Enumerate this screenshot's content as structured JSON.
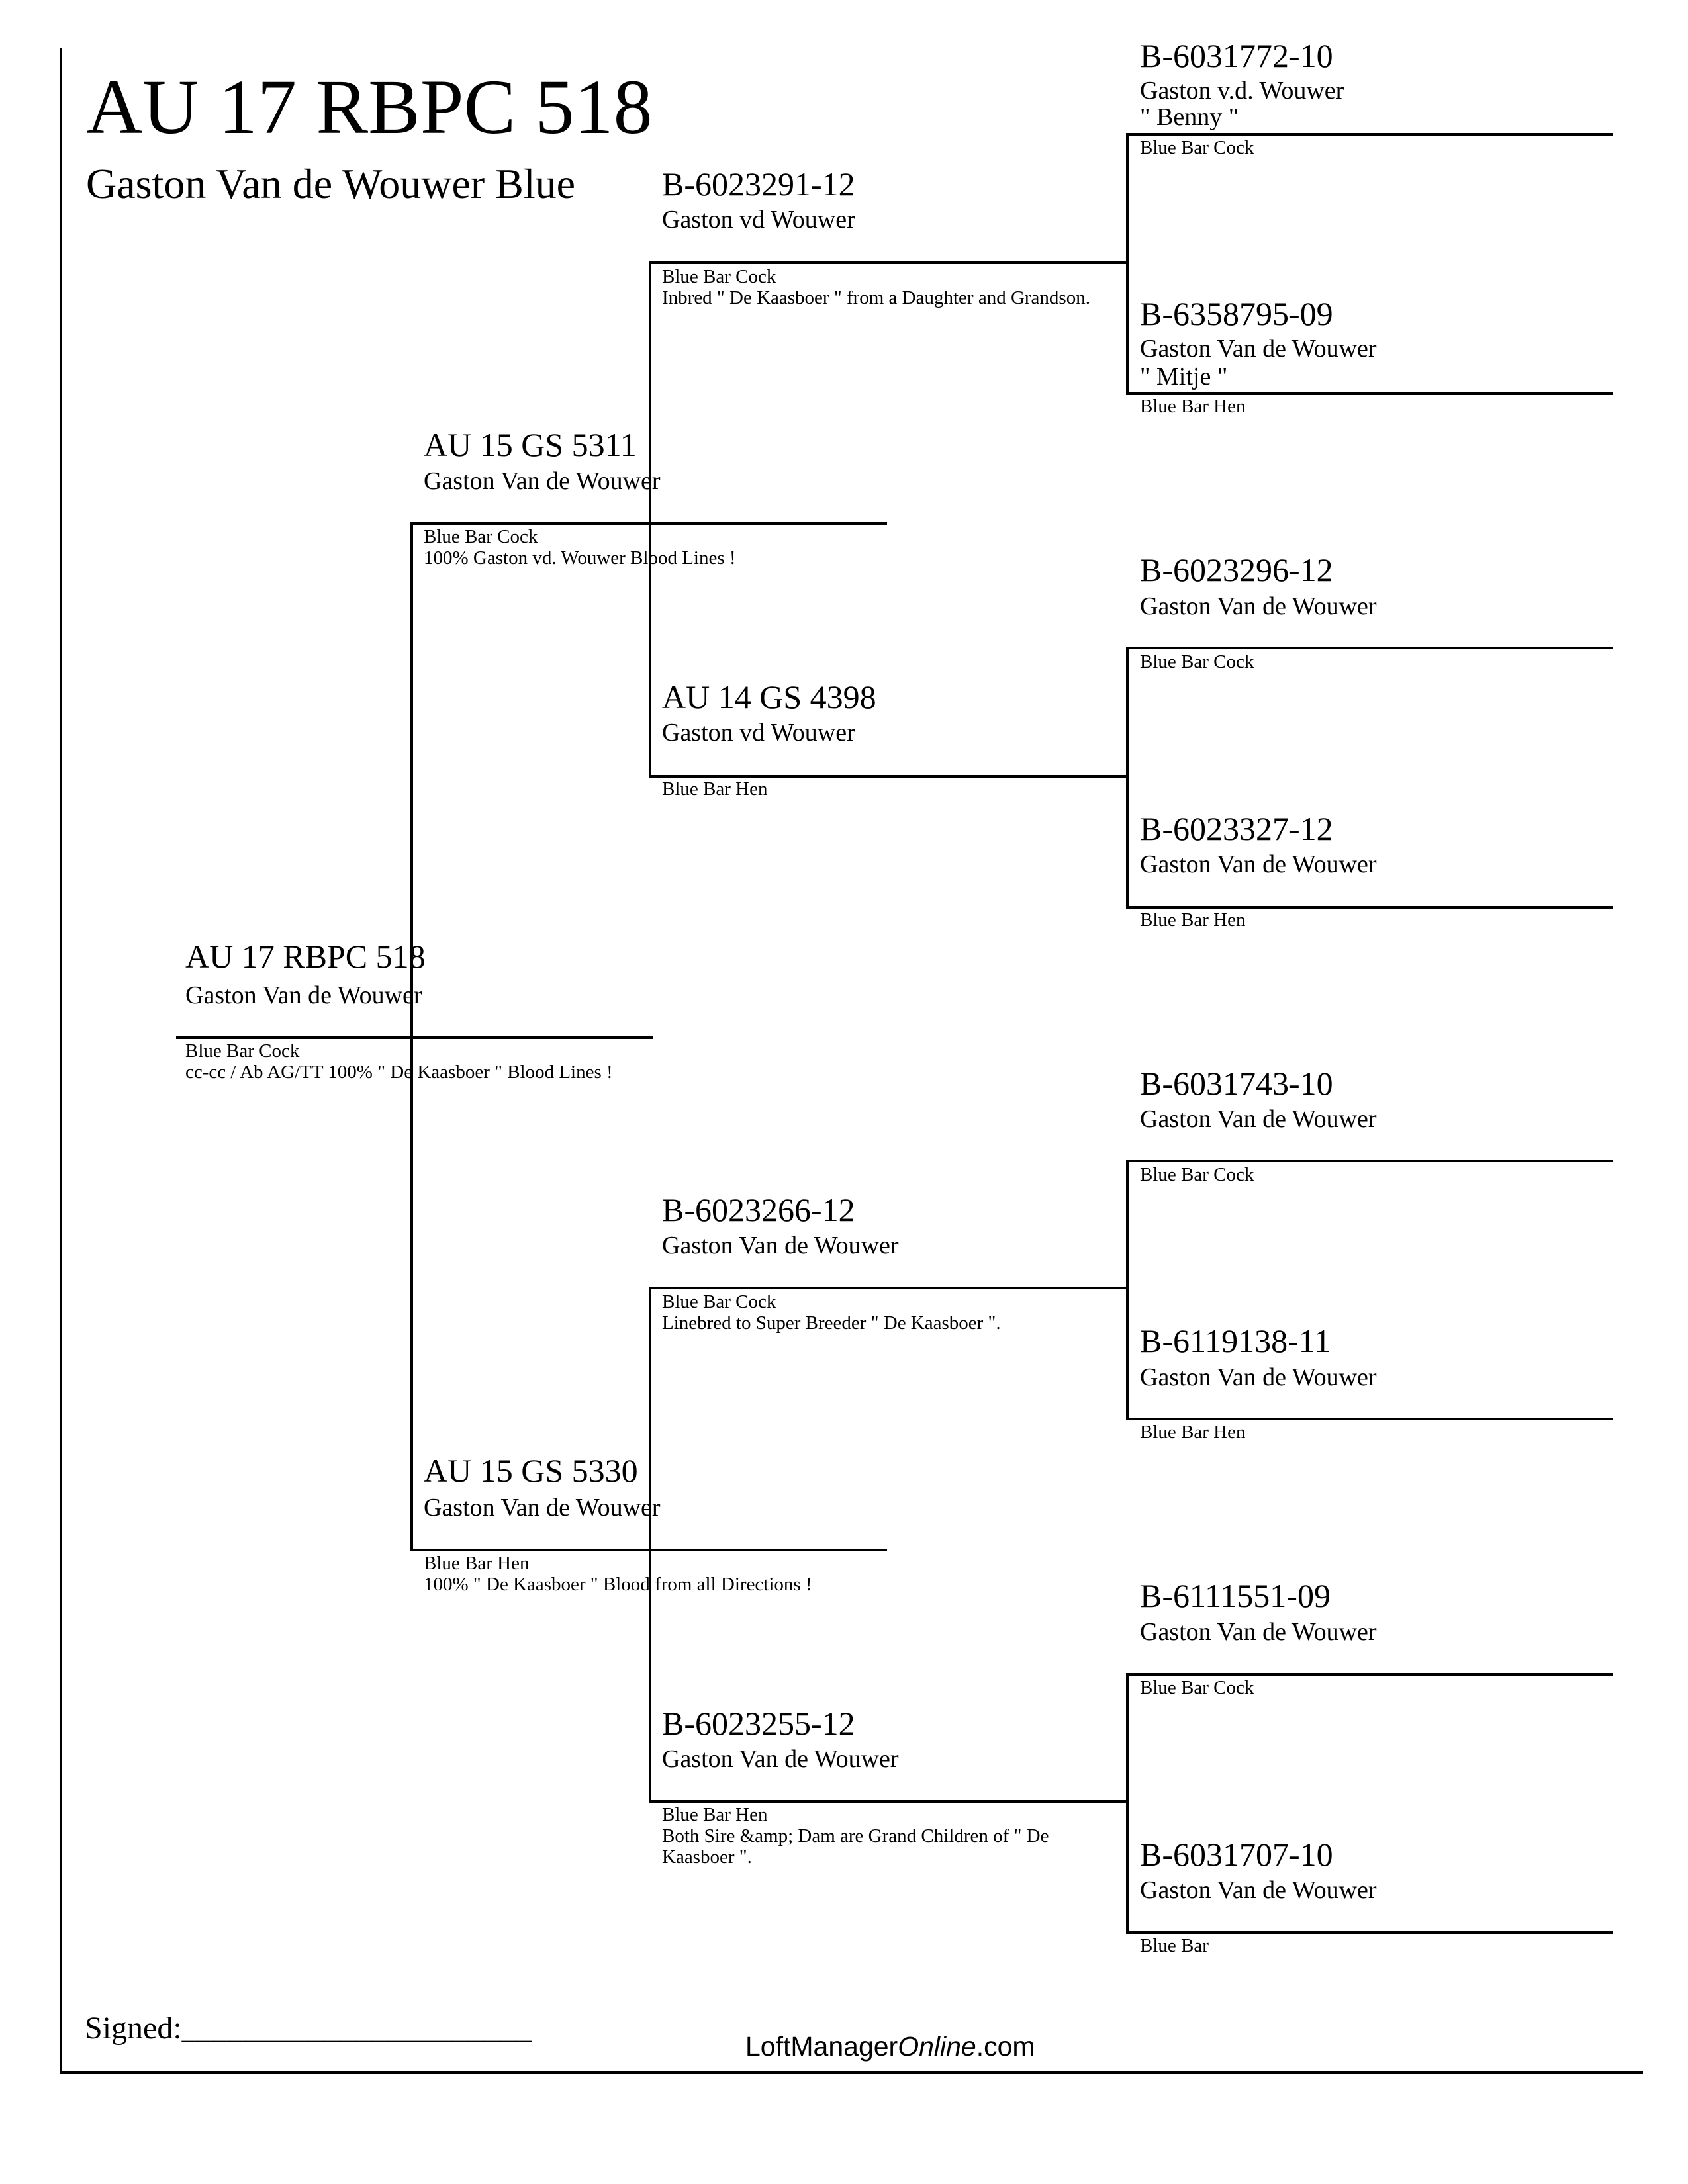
{
  "header": {
    "ring": "AU 17 RBPC 518",
    "breeder_line": "Gaston Van de Wouwer Blue"
  },
  "subject": {
    "ring": "AU 17 RBPC 518",
    "breeder": "Gaston Van de Wouwer",
    "color": "Blue Bar Cock",
    "comment": "cc-cc / Ab  AG/TT  100% \" De Kaasboer \" Blood Lines !"
  },
  "sire": {
    "ring": "AU 15 GS 5311",
    "breeder": "Gaston Van de Wouwer",
    "color": "Blue Bar Cock",
    "comment": "100% Gaston vd. Wouwer Blood Lines !"
  },
  "dam": {
    "ring": "AU 15 GS 5330",
    "breeder": "Gaston Van de Wouwer",
    "color": "Blue Bar Hen",
    "comment": "100% \" De Kaasboer \" Blood from all Directions !"
  },
  "sire_sire": {
    "ring": "B-6023291-12",
    "breeder": "Gaston vd Wouwer",
    "color": "Blue Bar Cock",
    "comment": "Inbred \" De Kaasboer \" from a Daughter and Grandson."
  },
  "sire_dam": {
    "ring": "AU 14 GS 4398",
    "breeder": "Gaston vd Wouwer",
    "color": "Blue Bar Hen",
    "comment": ""
  },
  "dam_sire": {
    "ring": "B-6023266-12",
    "breeder": "Gaston Van de Wouwer",
    "color": "Blue Bar Cock",
    "comment": "Linebred to Super Breeder \" De Kaasboer \"."
  },
  "dam_dam": {
    "ring": "B-6023255-12",
    "breeder": "Gaston Van de Wouwer",
    "color": "Blue Bar Hen",
    "comment": "Both Sire &amp; Dam are Grand Children of \" De Kaasboer \"."
  },
  "gen3": [
    {
      "ring": "B-6031772-10",
      "breeder": "Gaston v.d. Wouwer",
      "name": "\" Benny \"",
      "color": "Blue Bar Cock"
    },
    {
      "ring": "B-6358795-09",
      "breeder": "Gaston Van de Wouwer",
      "name": "\" Mitje \"",
      "color": "Blue Bar Hen"
    },
    {
      "ring": "B-6023296-12",
      "breeder": "Gaston Van de Wouwer",
      "name": "",
      "color": "Blue Bar Cock"
    },
    {
      "ring": "B-6023327-12",
      "breeder": "Gaston Van de Wouwer",
      "name": "",
      "color": "Blue Bar Hen"
    },
    {
      "ring": "B-6031743-10",
      "breeder": "Gaston Van de Wouwer",
      "name": "",
      "color": "Blue Bar Cock"
    },
    {
      "ring": "B-6119138-11",
      "breeder": "Gaston Van de Wouwer",
      "name": "",
      "color": "Blue Bar Hen"
    },
    {
      "ring": "B-6111551-09",
      "breeder": "Gaston Van de Wouwer",
      "name": "",
      "color": "Blue Bar Cock"
    },
    {
      "ring": "B-6031707-10",
      "breeder": "Gaston Van de Wouwer",
      "name": "",
      "color": "Blue Bar"
    }
  ],
  "footer": {
    "signed_label": "Signed:______________________",
    "site_prefix": "LoftManager",
    "site_italic": "Online",
    "site_suffix": ".com"
  }
}
